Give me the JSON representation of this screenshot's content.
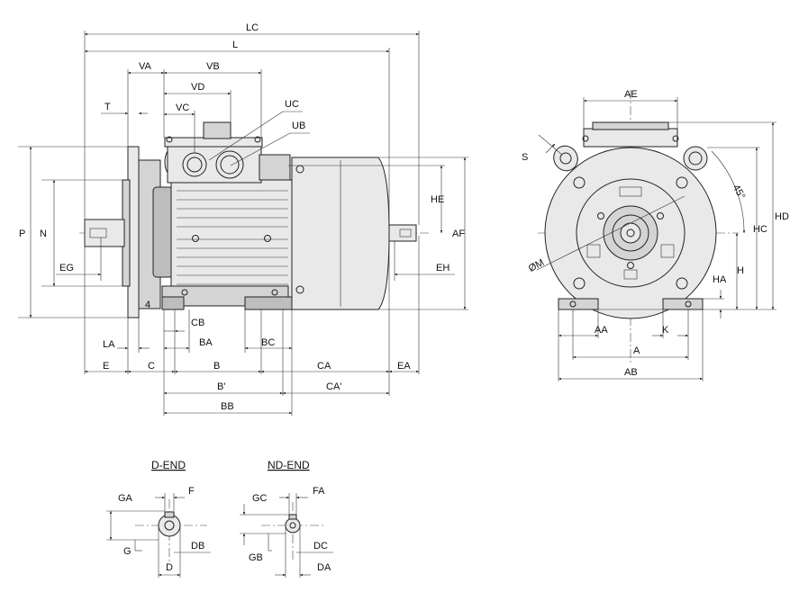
{
  "dimensions": {
    "lc": "LC",
    "l": "L",
    "va": "VA",
    "vb": "VB",
    "vd": "VD",
    "vc": "VC",
    "uc": "UC",
    "ub": "UB",
    "t": "T",
    "p": "P",
    "n": "N",
    "eg": "EG",
    "he": "HE",
    "af": "AF",
    "eh": "EH",
    "cb": "CB",
    "ba": "BA",
    "bc": "BC",
    "la": "LA",
    "e": "E",
    "c": "C",
    "b": "B",
    "ca": "CA",
    "ea": "EA",
    "b_prime": "B'",
    "ca_prime": "CA'",
    "bb": "BB",
    "ae": "AE",
    "s": "S",
    "angle": "45°",
    "hd": "HD",
    "hc": "HC",
    "m": "ØM",
    "h": "H",
    "ha": "HA",
    "aa": "AA",
    "k": "K",
    "a": "A",
    "ab": "AB",
    "ga": "GA",
    "f": "F",
    "g": "G",
    "db": "DB",
    "d": "D",
    "gc": "GC",
    "fa": "FA",
    "gb": "GB",
    "dc": "DC",
    "da": "DA"
  },
  "views": {
    "d_end": "D-END",
    "nd_end": "ND-END"
  }
}
